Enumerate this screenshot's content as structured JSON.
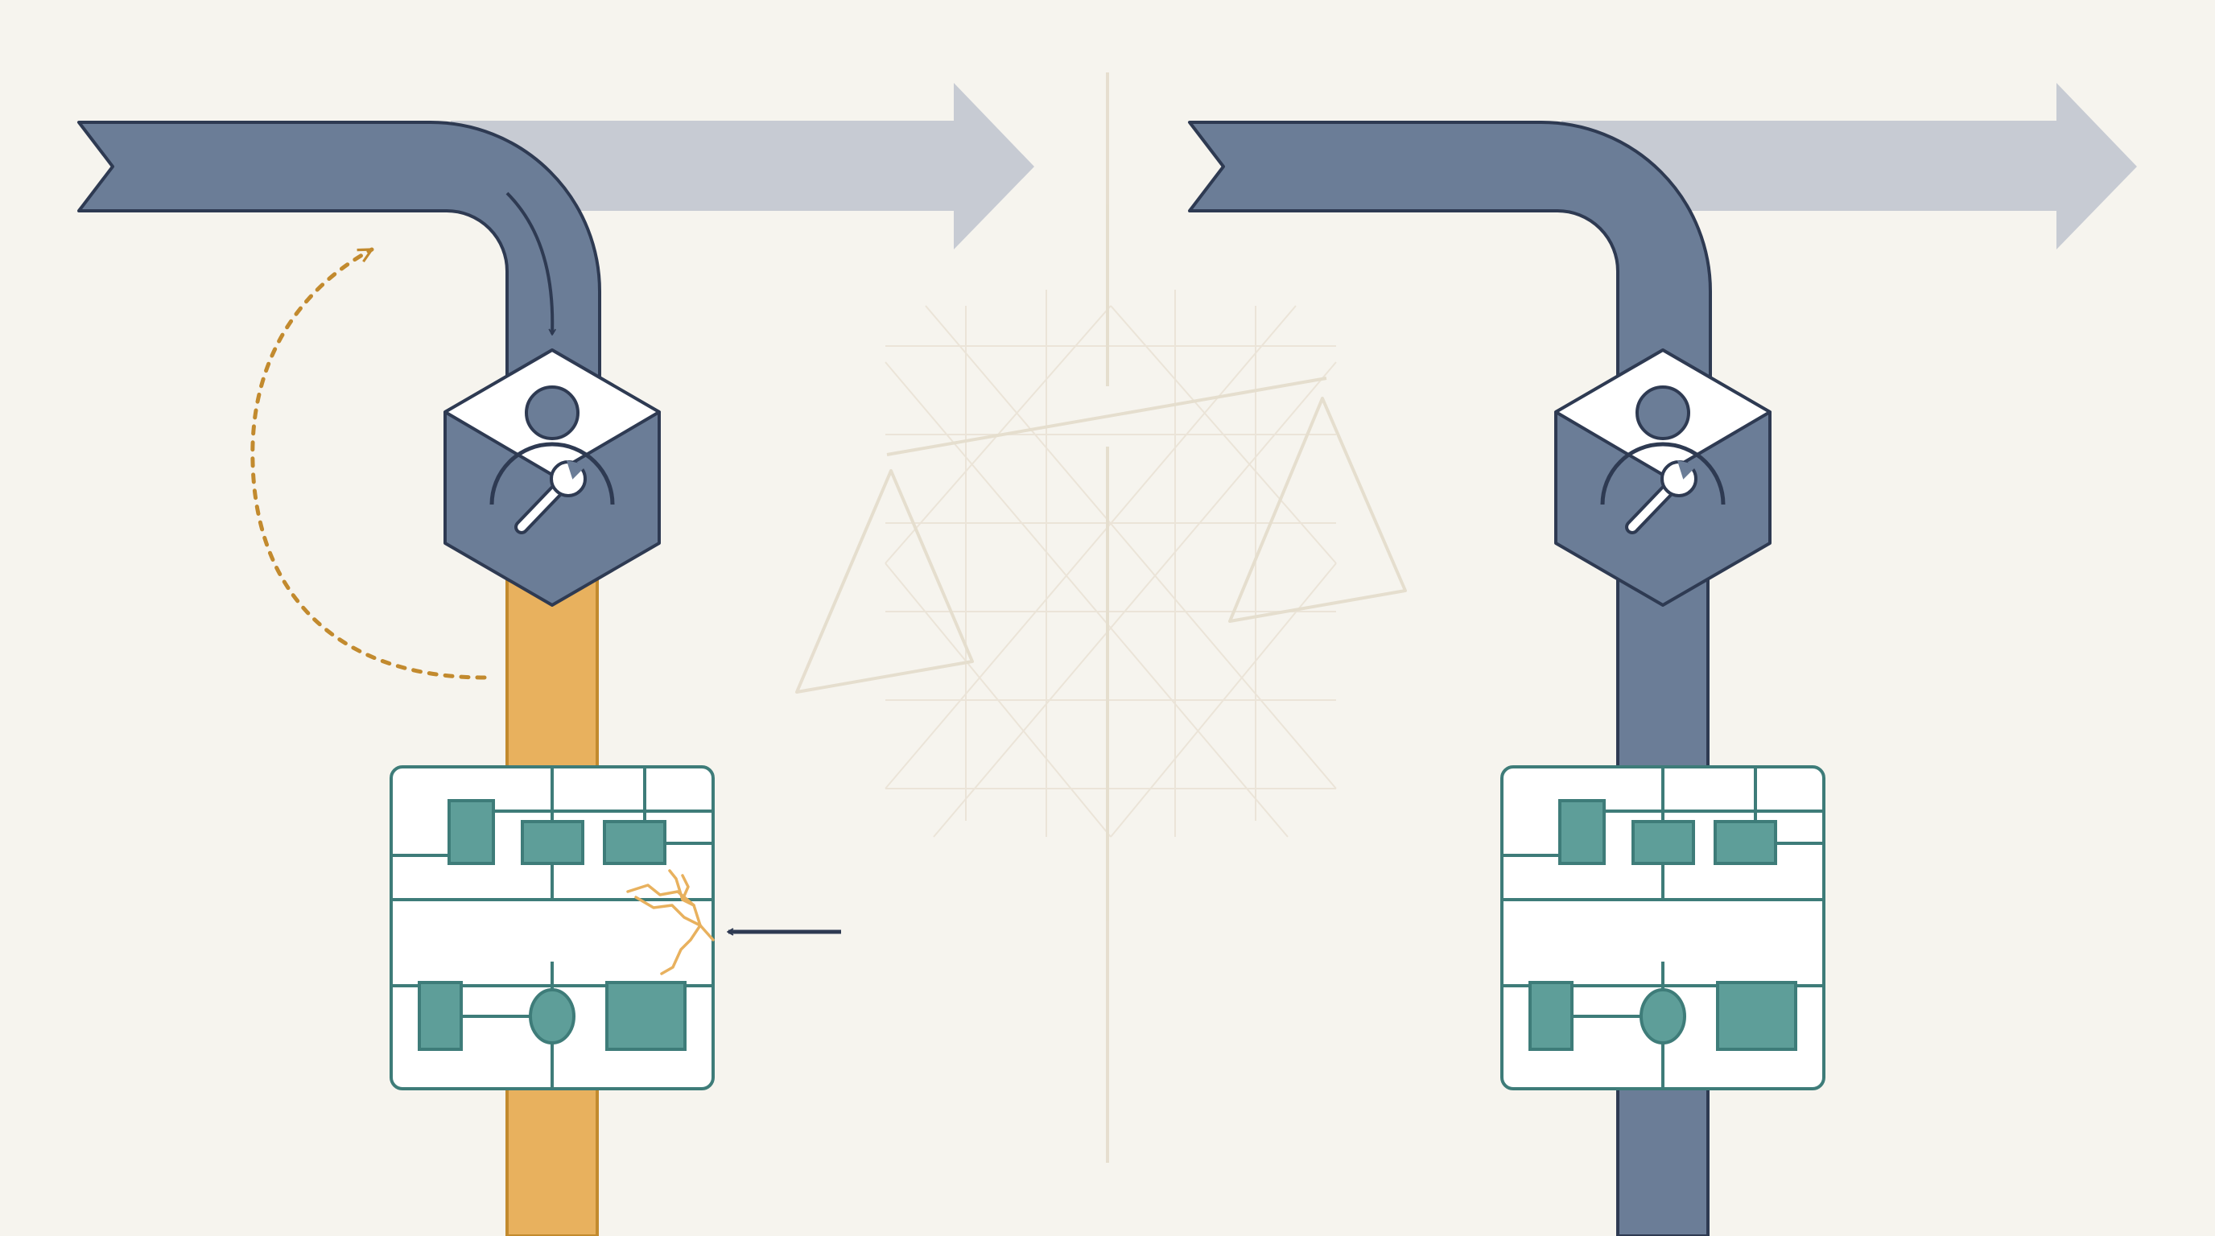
{
  "diagram": {
    "colors": {
      "background": "#F6F4EE",
      "pipe_blue": "#6B7D97",
      "pipe_outline": "#2E3A52",
      "ghost_arrow": "#C7CBD3",
      "amber": "#E8B15E",
      "amber_outline": "#C28A2E",
      "teal": "#5E9E99",
      "teal_outline": "#3E7C79",
      "sketch": "#E4DCCB"
    },
    "icons": {
      "agent": "person-with-wrench-icon",
      "system": "circuit-module-icon",
      "fault": "crack-icon",
      "balance": "balance-scale-icon"
    },
    "panels": [
      {
        "id": "left",
        "state": "bypassed"
      },
      {
        "id": "right",
        "state": "intact"
      }
    ]
  }
}
